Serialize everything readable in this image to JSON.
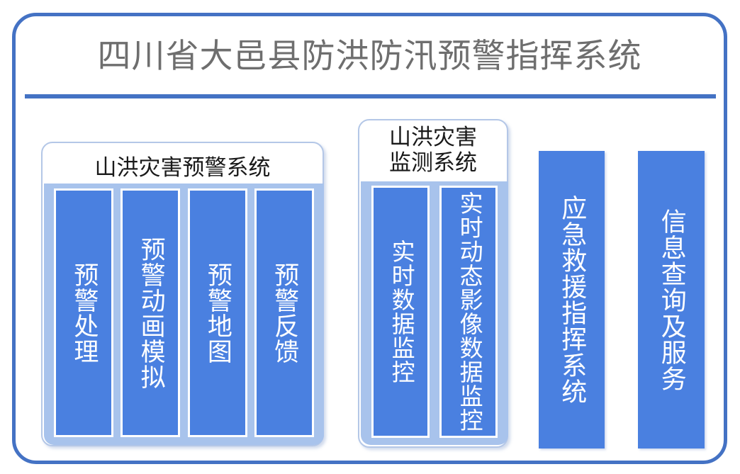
{
  "header": {
    "title": "四川省大邑县防洪防汛预警指挥系统"
  },
  "panels": {
    "warning_system": {
      "title": "山洪灾害预警系统",
      "columns": [
        {
          "label": "预警处理"
        },
        {
          "label": "预警动画模拟"
        },
        {
          "label": "预警地图"
        },
        {
          "label": "预警反馈"
        }
      ]
    },
    "monitor_system": {
      "title": "山洪灾害监测系统",
      "title_line1": "山洪灾害",
      "title_line2": "监测系统",
      "columns": [
        {
          "label": "实时数据监控"
        },
        {
          "label": "实时动态影像数据监控"
        }
      ]
    },
    "standalone_columns": [
      {
        "label": "应急救援指挥系统"
      },
      {
        "label": "信息查询及服务"
      }
    ]
  },
  "colors": {
    "frame_border": "#4472C4",
    "divider": "#4472C4",
    "title_text": "#6E6E6E",
    "panel_border": "#B4C7E7",
    "tray_background": "#A8C3EC",
    "column_background": "#4A80E0",
    "column_border": "#FFFFFF",
    "column_text": "#FFFFFF"
  }
}
